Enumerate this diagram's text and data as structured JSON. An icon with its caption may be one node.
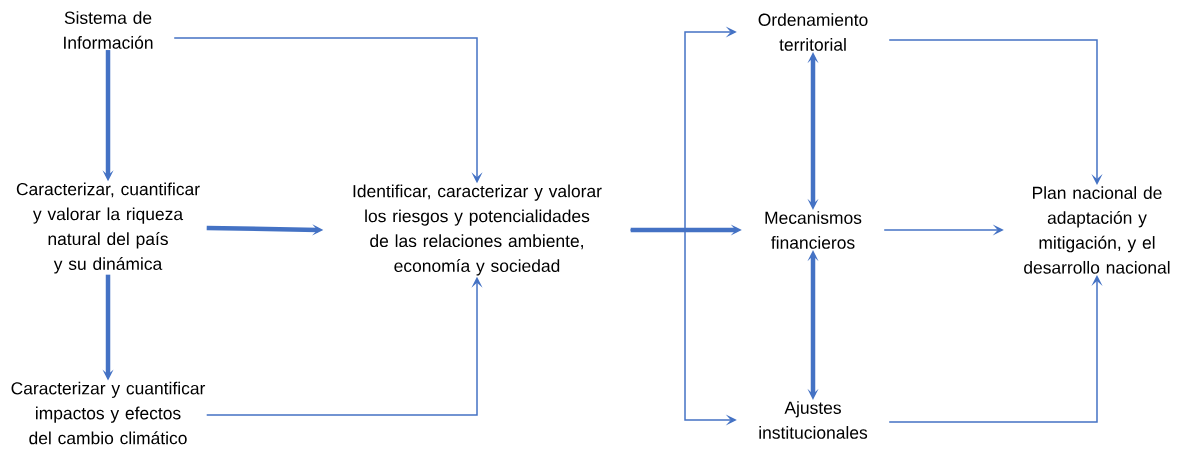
{
  "diagram": {
    "nodes": [
      {
        "text": [
          "Sistema de Información"
        ]
      },
      {
        "text": [
          "Caracterizar, cuantificar y valorar la riqueza natural del país y su dinámica"
        ]
      },
      {
        "text": [
          "Caracterizar y cuantificar impactos y efectos del cambio climático"
        ]
      },
      {
        "text": [
          "Identificar, caracterizar y valorar los riesgos y potencialidades de las relaciones ambiente, economía y sociedad"
        ]
      },
      {
        "text": [
          "Ordenamiento territorial"
        ]
      },
      {
        "text": [
          "Mecanismos financieros"
        ]
      },
      {
        "text": [
          "Ajustes institucionales"
        ]
      },
      {
        "text": [
          "Plan nacional de adaptación y mitigación, y el desarrollo nacional"
        ]
      }
    ],
    "edges": [
      {
        "from": 0,
        "to": 3,
        "arrow": "to"
      },
      {
        "from": 0,
        "to": 1,
        "arrow": "to",
        "style": "thick"
      },
      {
        "from": 1,
        "to": 3,
        "arrow": "to",
        "style": "thick"
      },
      {
        "from": 1,
        "to": 2,
        "arrow": "to",
        "style": "thick"
      },
      {
        "from": 2,
        "to": 3,
        "arrow": "to"
      },
      {
        "from": 3,
        "to": 5,
        "arrow": "to",
        "style": "thick"
      },
      {
        "from": 3,
        "to": 4,
        "arrow": "to"
      },
      {
        "from": 3,
        "to": 6,
        "arrow": "to"
      },
      {
        "from": 4,
        "to": 5,
        "arrow": "both",
        "style": "thick"
      },
      {
        "from": 5,
        "to": 6,
        "arrow": "both",
        "style": "thick"
      },
      {
        "from": 4,
        "to": 7,
        "arrow": "to"
      },
      {
        "from": 5,
        "to": 7,
        "arrow": "to"
      },
      {
        "from": 6,
        "to": 7,
        "arrow": "to"
      }
    ]
  }
}
